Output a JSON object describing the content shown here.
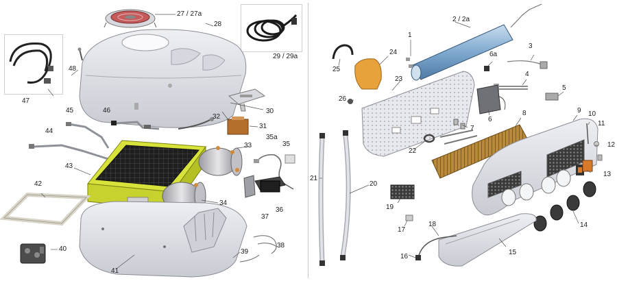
{
  "diagram": {
    "left_panel": {
      "labels": {
        "p27": "27 / 27a",
        "p28": "28",
        "p29": "29 / 29a",
        "p30": "30",
        "p31": "31",
        "p32": "32",
        "p33": "33",
        "p34": "34",
        "p35": "35",
        "p35a": "35a",
        "p36": "36",
        "p37": "37",
        "p38": "38",
        "p39": "39",
        "p40": "40",
        "p41": "41",
        "p42": "42",
        "p43": "43",
        "p44": "44",
        "p45": "45",
        "p46": "46",
        "p47": "47",
        "p48": "48"
      }
    },
    "right_panel": {
      "labels": {
        "p1": "1",
        "p2": "2 / 2a",
        "p3": "3",
        "p4": "4",
        "p5": "5",
        "p6": "6",
        "p6a": "6a",
        "p7": "7",
        "p8": "8",
        "p9": "9",
        "p10": "10",
        "p11": "11",
        "p12": "12",
        "p13": "13",
        "p14": "14",
        "p15": "15",
        "p16": "16",
        "p17": "17",
        "p18": "18",
        "p19": "19",
        "p20": "20",
        "p21": "21",
        "p22": "22",
        "p23": "23",
        "p24": "24",
        "p25": "25",
        "p26": "26"
      }
    },
    "colors": {
      "housing_gray": "#dcdde3",
      "housing_stroke": "#8a8c94",
      "evaporator_yellow": "#d7e23a",
      "grille_dark": "#1e1e1e",
      "copper": "#b98a3c",
      "orange_part": "#e8a23c",
      "blue_heater": "#8fb6d8",
      "leader_line": "#555555"
    }
  }
}
